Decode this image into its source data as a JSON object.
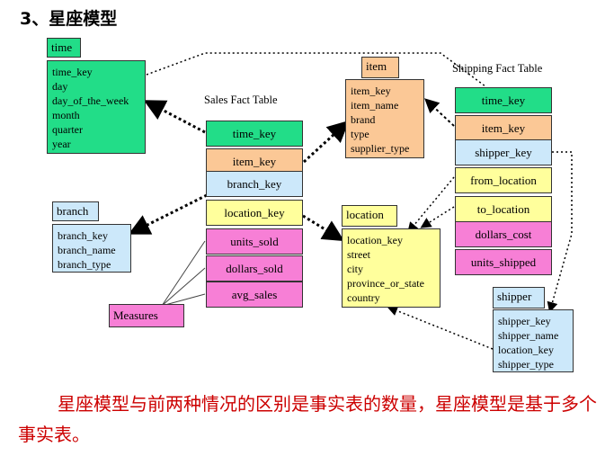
{
  "heading": "3、星座模型",
  "captions": {
    "sales_fact": "Sales Fact Table",
    "shipping_fact": "Shipping Fact Table"
  },
  "time": {
    "title": "time",
    "fields": [
      "time_key",
      "day",
      "day_of_the_week",
      "month",
      "quarter",
      "year"
    ]
  },
  "item": {
    "title": "item",
    "fields": [
      "item_key",
      "item_name",
      "brand",
      "type",
      "supplier_type"
    ]
  },
  "branch": {
    "title": "branch",
    "fields": [
      "branch_key",
      "branch_name",
      "branch_type"
    ]
  },
  "location": {
    "title": "location",
    "fields": [
      "location_key",
      "street",
      "city",
      "province_or_state",
      "country"
    ]
  },
  "shipper": {
    "title": "shipper",
    "fields": [
      "shipper_key",
      "shipper_name",
      "location_key",
      "shipper_type"
    ]
  },
  "sales_fact": {
    "keys": [
      "time_key",
      "item_key",
      "branch_key",
      "location_key"
    ],
    "measures": [
      "units_sold",
      "dollars_sold",
      "avg_sales"
    ]
  },
  "shipping_fact": {
    "keys": [
      "time_key",
      "item_key",
      "shipper_key",
      "from_location",
      "to_location"
    ],
    "measures": [
      "dollars_cost",
      "units_shipped"
    ]
  },
  "measures_label": "Measures",
  "paragraph": "星座模型与前两种情况的区别是事实表的数量，星座模型是基于多个事实表。",
  "colors": {
    "dimension_green": "#22dd88",
    "dimension_orange": "#fbc896",
    "dimension_blue": "#cce8fa",
    "dimension_yellow": "#ffff9c",
    "measure_pink": "#f77fd6",
    "text_red": "#cc0000"
  }
}
